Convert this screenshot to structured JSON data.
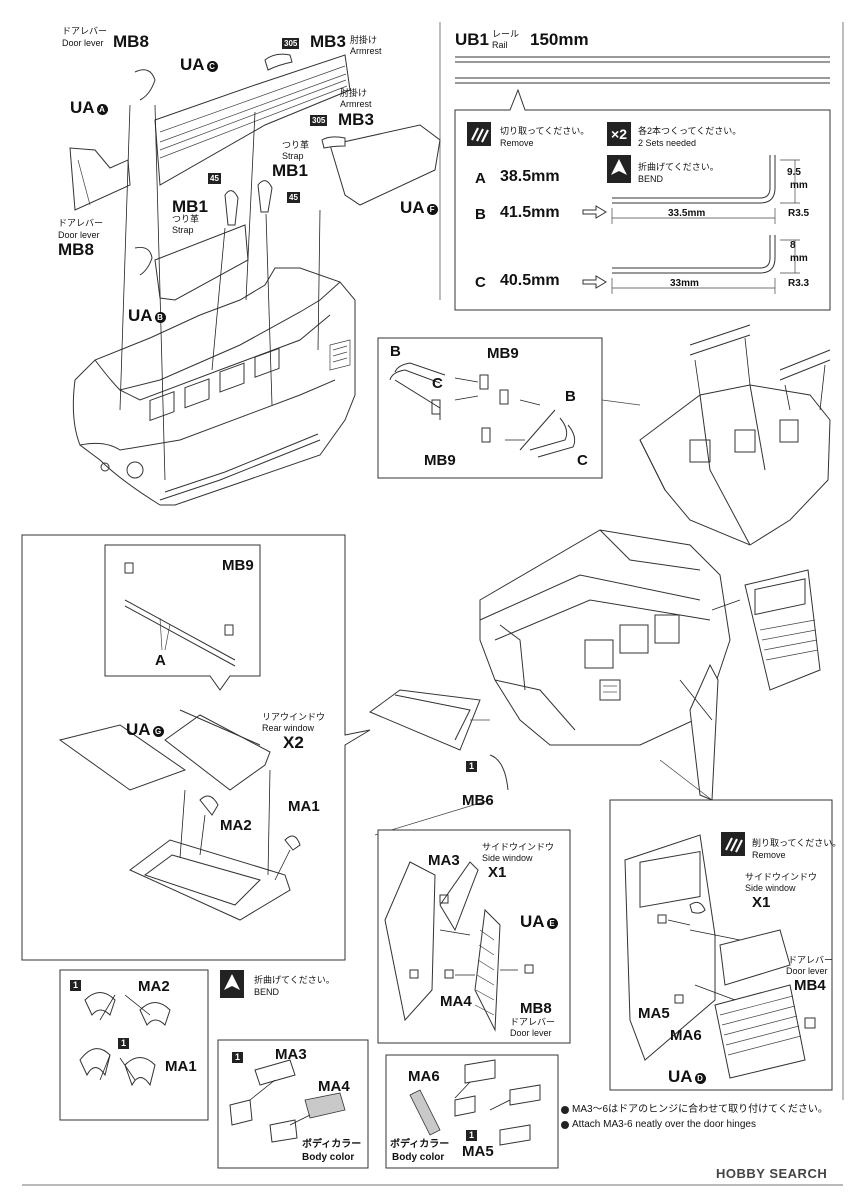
{
  "parts": {
    "ua_a": "UA",
    "ua_b": "UA",
    "ua_c": "UA",
    "ua_d": "UA",
    "ua_e": "UA",
    "ua_f": "UA",
    "ua_g": "UA",
    "mb1": "MB1",
    "mb3": "MB3",
    "mb4": "MB4",
    "mb6": "MB6",
    "mb8": "MB8",
    "mb9": "MB9",
    "ma1": "MA1",
    "ma2": "MA2",
    "ma3": "MA3",
    "ma4": "MA4",
    "ma5": "MA5",
    "ma6": "MA6",
    "x1": "X1",
    "x2": "X2",
    "ub1": "UB1",
    "b": "B",
    "c": "C",
    "a": "A"
  },
  "circle_letters": {
    "a": "A",
    "b": "B",
    "c": "C",
    "d": "D",
    "e": "E",
    "f": "F",
    "g": "G"
  },
  "tags": {
    "n305": "305",
    "n45": "45",
    "n1": "1"
  },
  "captions": {
    "door_lever_ja": "ドアレバー",
    "door_lever_en": "Door lever",
    "armrest_ja": "肘掛け",
    "armrest_en": "Armrest",
    "strap_ja": "つり革",
    "strap_en": "Strap",
    "rear_window_ja": "リアウインドウ",
    "rear_window_en": "Rear window",
    "side_window_ja": "サイドウインドウ",
    "side_window_en": "Side window",
    "body_color_ja": "ボディカラー",
    "body_color_en": "Body color",
    "rail_ja": "レール",
    "rail_en": "Rail"
  },
  "rail": {
    "length": "150mm",
    "remove_ja": "切り取ってください。",
    "remove_en": "Remove",
    "x2": "×2",
    "sets_ja": "各2本つくってください。",
    "sets_en": "2 Sets needed",
    "bend_ja": "折曲げてください。",
    "bend_en": "BEND",
    "rows": [
      {
        "letter": "A",
        "length": "38.5mm"
      },
      {
        "letter": "B",
        "length": "41.5mm"
      },
      {
        "letter": "C",
        "length": "40.5mm"
      }
    ],
    "dim_b": {
      "h": "9.5",
      "unit": "mm",
      "w": "33.5mm",
      "r": "R3.5"
    },
    "dim_c": {
      "h": "8",
      "unit": "mm",
      "w": "33mm",
      "r": "R3.3"
    }
  },
  "door_remove": {
    "ja": "削り取ってください。",
    "en": "Remove"
  },
  "bend_legend": {
    "ja": "折曲げてください。",
    "en": "BEND"
  },
  "notes": {
    "ja": "MA3〜6はドアのヒンジに合わせて取り付けてください。",
    "en": "Attach MA3-6 neatly over the door hinges"
  },
  "watermark": "HOBBY SEARCH",
  "colors": {
    "ink": "#111111",
    "body_color_fill": "#9a9a9a",
    "tag_bg": "#222222"
  }
}
